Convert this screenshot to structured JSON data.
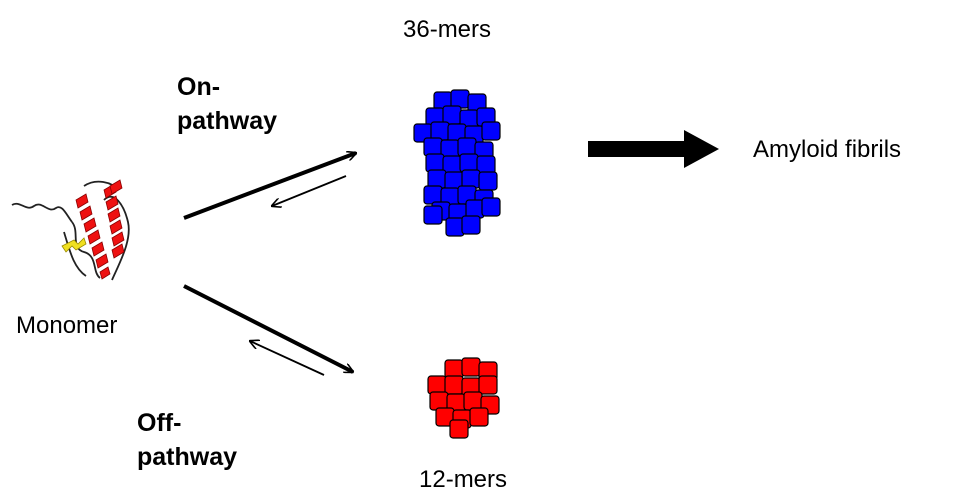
{
  "labels": {
    "on_pathway": "On-\npathway",
    "off_pathway": "Off-\npathway",
    "monomer": "Monomer",
    "oligomer_36": "36-mers",
    "oligomer_12": "12-mers",
    "fibrils": "Amyloid fibrils"
  },
  "colors": {
    "oligomer_36": "#0000ff",
    "oligomer_12": "#ff0000",
    "helix": "#ee1111",
    "strand": "#f0e020",
    "arrow": "#000000"
  },
  "icons": {
    "monomer": "protein-ribbon-structure"
  }
}
